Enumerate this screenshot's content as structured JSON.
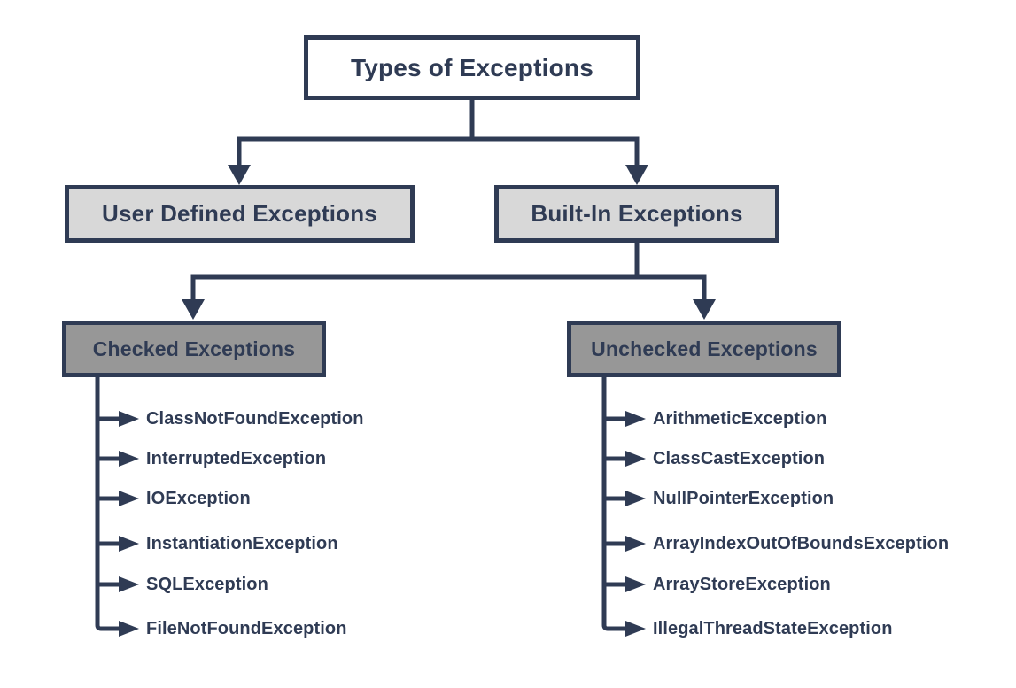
{
  "diagram": {
    "colors": {
      "line": "#2f3b54",
      "text": "#2f3b54",
      "root_box_fill": "#ffffff",
      "level2_box_fill": "#d8d8d8",
      "level3_box_fill": "#979797"
    },
    "tree": {
      "root": {
        "label": "Types of Exceptions"
      },
      "children": [
        {
          "label": "User Defined Exceptions"
        },
        {
          "label": "Built-In Exceptions"
        }
      ],
      "checked": {
        "label": "Checked Exceptions",
        "items": [
          "ClassNotFoundException",
          "InterruptedException",
          "IOException",
          "InstantiationException",
          "SQLException",
          "FileNotFoundException"
        ]
      },
      "unchecked": {
        "label": "Unchecked Exceptions",
        "items": [
          "ArithmeticException",
          "ClassCastException",
          "NullPointerException",
          "ArrayIndexOutOfBoundsException",
          "ArrayStoreException",
          "IllegalThreadStateException"
        ]
      }
    }
  }
}
